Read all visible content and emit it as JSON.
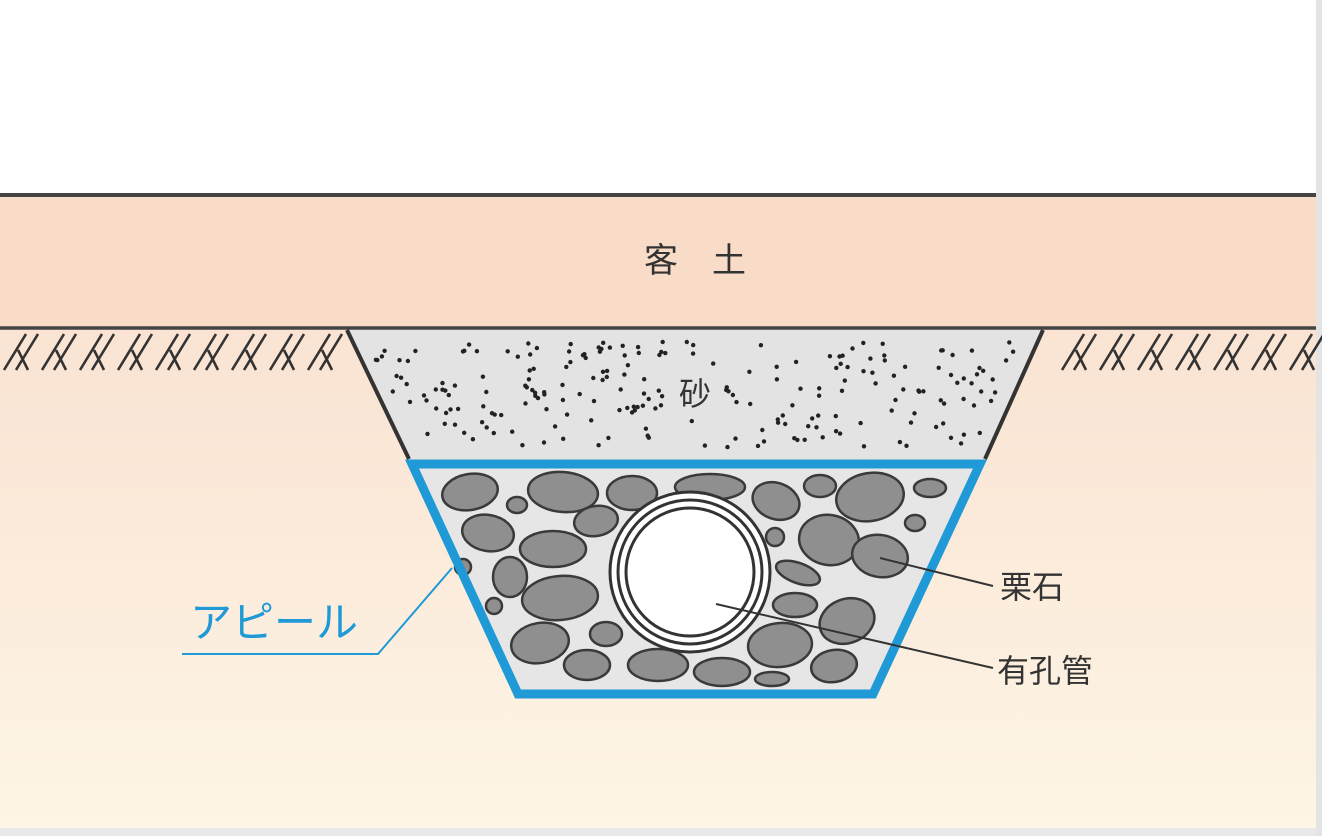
{
  "diagram": {
    "labels": {
      "topsoil": "客　土",
      "sand": "砂",
      "gravel": "栗石",
      "pipe": "有孔管",
      "sheet": "アピール"
    },
    "colors": {
      "topsoil": "#f8dcc8",
      "ground_top": "#fae3d2",
      "ground_bottom": "#fdf5e6",
      "sand": "#e3e3e3",
      "gravel_fill": "#e6e6e6",
      "stone": "#8f8f8f",
      "stone_edge": "#3a3a3a",
      "sheet": "#1f9ad6",
      "outline": "#333333",
      "pipe": "#ffffff",
      "text": "#333333",
      "sheet_text": "#1f9ad6"
    }
  }
}
